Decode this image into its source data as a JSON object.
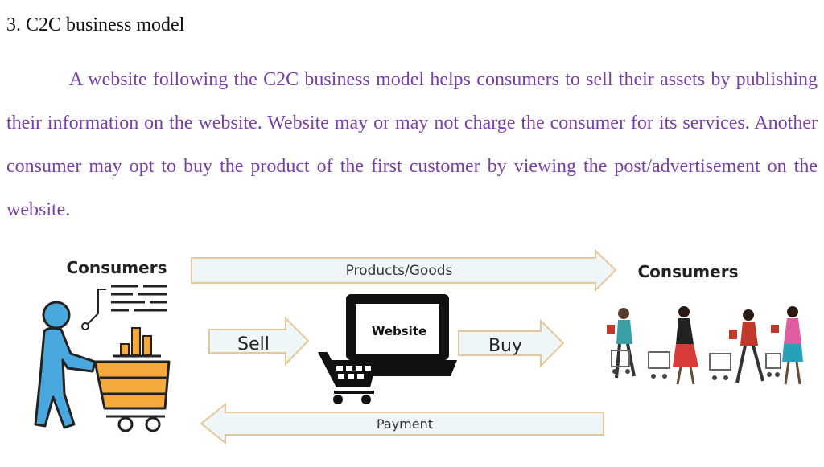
{
  "heading": "3. C2C business model",
  "paragraph": "A website following the C2C business model helps consumers to sell their assets by publishing their information on the website. Website may or may not charge the consumer for its services. Another consumer may opt to buy the product of the first customer by viewing the post/advertisement on the website.",
  "diagram": {
    "left_label": "Consumers",
    "right_label": "Consumers",
    "top_arrow_label": "Products/Goods",
    "sell_label": "Sell",
    "buy_label": "Buy",
    "website_label": "Website",
    "bottom_arrow_label": "Payment"
  },
  "colors": {
    "paragraph_text": "#7a3fa6",
    "arrow_fill": "#eef6f8",
    "arrow_stroke": "#e6c79a",
    "person_blue": "#49a8dd",
    "cart_orange": "#f4a93a"
  },
  "icons": [
    "seller-cart-icon",
    "laptop-cart-icon",
    "shoppers-icon"
  ]
}
